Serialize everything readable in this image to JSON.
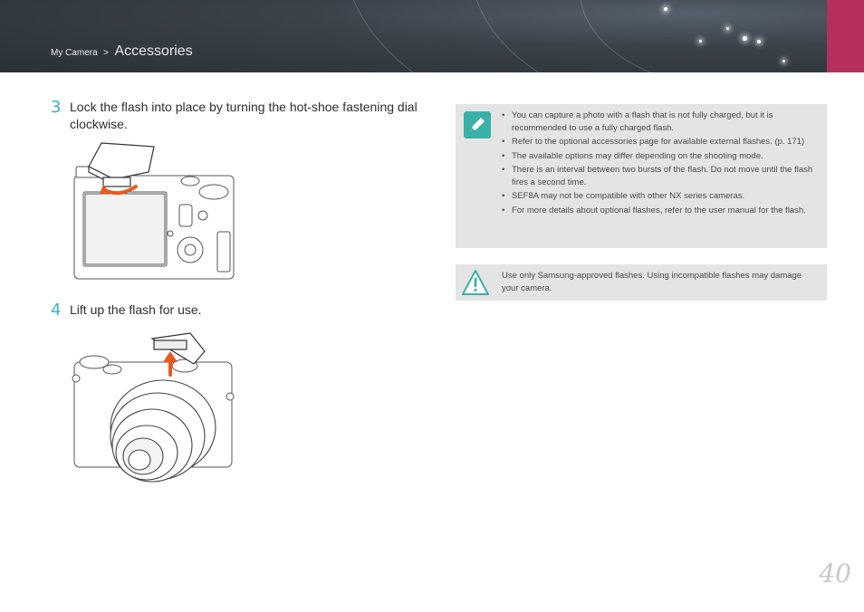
{
  "header": {
    "breadcrumb_parent": "My Camera",
    "breadcrumb_separator": ">",
    "breadcrumb_current": "Accessories",
    "accent_color": "#b5305f"
  },
  "steps": [
    {
      "number": "3",
      "text": "Lock the flash into place by turning the hot-shoe fastening dial clockwise."
    },
    {
      "number": "4",
      "text": "Lift up the flash for use."
    }
  ],
  "note": {
    "icon": "pencil-note-icon",
    "items": [
      "You can capture a photo with a flash that is not fully charged, but it is recommended to use a fully charged flash.",
      "Refer to the optional accessories page for available external flashes. (p. 171)",
      "The available options may differ depending on the shooting mode.",
      "There is an interval between two bursts of the flash. Do not move until the flash fires a second time.",
      "SEF8A may not be compatible with other NX series cameras.",
      "For more details about optional flashes, refer to the user manual for the flash."
    ]
  },
  "warning": {
    "icon": "warning-triangle-icon",
    "text": "Use only Samsung-approved flashes. Using incompatible flashes may damage your camera."
  },
  "page": {
    "number": "40"
  },
  "colors": {
    "step_number": "#3ab0c0",
    "note_icon": "#3ab0a8",
    "arrow": "#e85a1e",
    "box_bg": "#e4e4e4"
  }
}
